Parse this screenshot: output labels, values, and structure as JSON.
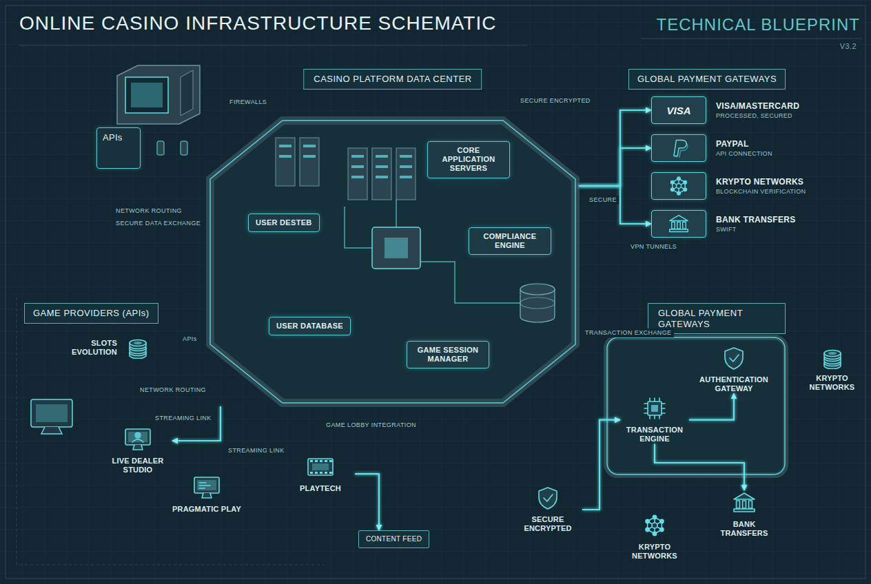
{
  "diagram": {
    "title": "ONLINE CASINO INFRASTRUCTURE SCHEMATIC",
    "nodes": [
      {
        "text": [
          "CASINO PLATFORM DATA CENTER"
        ]
      },
      {
        "text": [
          "CORE APPLICATION SERVERS"
        ],
        "in": 0
      },
      {
        "text": [
          "USER DESTEB"
        ],
        "in": 0
      },
      {
        "text": [
          "COMPLIANCE ENGINE"
        ],
        "in": 0
      },
      {
        "text": [
          "USER DATABASE"
        ],
        "in": 0
      },
      {
        "text": [
          "GAME SESSION MANAGER"
        ],
        "in": 0
      },
      {
        "text": [
          "APIs"
        ]
      },
      {
        "text": [
          "GLOBAL PAYMENT GATEWAYS"
        ]
      },
      {
        "text": [
          "VISA",
          "VISA/MASTERCARD",
          "PROCESSED, SECURED"
        ]
      },
      {
        "text": [
          "PAYPAL",
          "API CONNECTION"
        ]
      },
      {
        "text": [
          "KRYPTO NETWORKS",
          "BLOCKCHAIN VERIFICATION"
        ]
      },
      {
        "text": [
          "BANK TRANSFERS",
          "SWIFT"
        ]
      },
      {
        "text": [
          "GAME PROVIDERS (APIs)"
        ]
      },
      {
        "text": [
          "SLOTS EVOLUTION"
        ]
      },
      {
        "text": [
          "LIVE DEALER STUDIO"
        ]
      },
      {
        "text": [
          "PRAGMATIC PLAY"
        ]
      },
      {
        "text": [
          "PLAYTECH"
        ]
      },
      {
        "text": [
          "CONTENT FEED"
        ]
      },
      {
        "text": [
          "GLOBAL PAYMENT GATEWAYS"
        ]
      },
      {
        "text": [
          "AUTHENTICATION GATEWAY"
        ],
        "in": 18
      },
      {
        "text": [
          "TRANSACTION ENGINE"
        ],
        "in": 18
      },
      {
        "text": [
          "KRYPTO NETWORKS"
        ]
      },
      {
        "text": [
          "BANK TRANSFERS"
        ]
      },
      {
        "text": [
          "KRYPTO NETWORKS"
        ]
      },
      {
        "text": [
          "SECURE ENCRYPTED"
        ]
      }
    ],
    "edges": [
      {
        "from": 6,
        "to": 0,
        "arrow": "to"
      },
      {
        "from": 0,
        "to": 8,
        "arrow": "to"
      },
      {
        "from": 0,
        "to": 9,
        "arrow": "to"
      },
      {
        "from": 0,
        "to": 10,
        "arrow": "to"
      },
      {
        "from": 0,
        "to": 11,
        "arrow": "to"
      },
      {
        "from": 0,
        "to": 13,
        "label": "APIs",
        "arrow": "to"
      },
      {
        "from": 0,
        "to": 14,
        "label": "STREAMING LINK",
        "arrow": "to"
      },
      {
        "from": 0,
        "to": 15,
        "arrow": "to"
      },
      {
        "from": 0,
        "to": 16,
        "label": "GAME LOBBY INTEGRATION",
        "arrow": "to"
      },
      {
        "from": 0,
        "to": 18,
        "label": "TRANSACTION EXCHANGE",
        "arrow": "to"
      },
      {
        "from": 20,
        "to": 19,
        "arrow": "to"
      },
      {
        "from": 19,
        "to": 21,
        "arrow": "to"
      },
      {
        "from": 20,
        "to": 22,
        "arrow": "to"
      },
      {
        "from": 20,
        "to": 23,
        "arrow": "to"
      },
      {
        "from": 24,
        "to": 20,
        "arrow": "to"
      },
      {
        "from": 16,
        "to": 17,
        "arrow": "to"
      }
    ],
    "labels": [
      "TECHNICAL BLUEPRINT",
      "V3.2",
      "FIREWALLS",
      "NETWORK ROUTING",
      "SECURE DATA EXCHANGE",
      "SECURE ENCRYPTED",
      "SECURE",
      "VPN TUNNELS",
      "STREAMING LINK",
      "NETWORK ROUTING"
    ]
  }
}
